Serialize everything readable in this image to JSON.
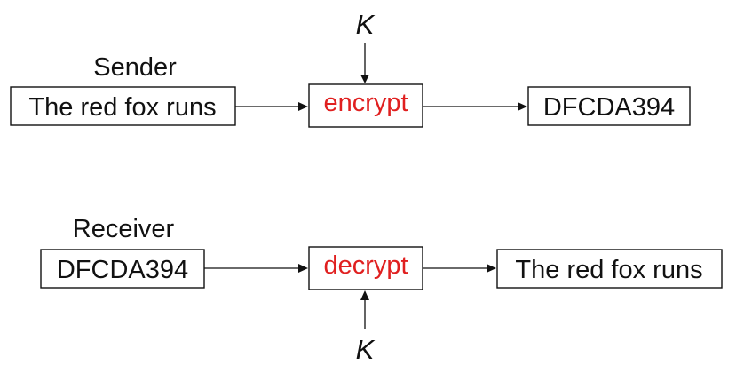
{
  "sender": {
    "title": "Sender",
    "plaintext": "The red fox runs",
    "operation": "encrypt",
    "key": "K",
    "ciphertext": "DFCDA394"
  },
  "receiver": {
    "title": "Receiver",
    "ciphertext": "DFCDA394",
    "operation": "decrypt",
    "key": "K",
    "plaintext": "The red fox runs"
  },
  "colors": {
    "operation_text": "#e02020",
    "lines": "#111111"
  }
}
